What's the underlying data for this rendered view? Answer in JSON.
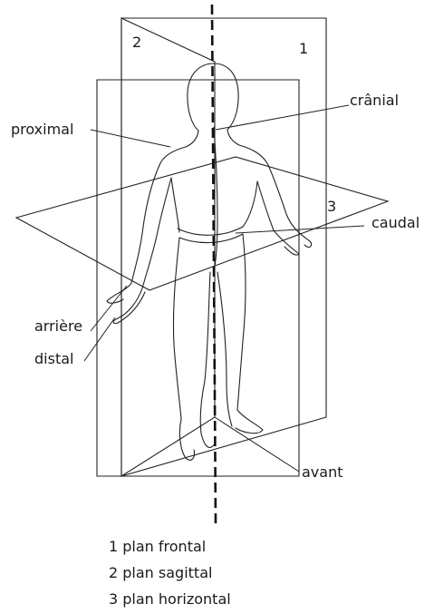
{
  "labels": {
    "proximal": "proximal",
    "cranial": "crânial",
    "caudal": "caudal",
    "arriere": "arrière",
    "distal": "distal",
    "avant": "avant"
  },
  "plane_numbers": {
    "frontal": "1",
    "sagittal": "2",
    "horizontal": "3"
  },
  "legend": [
    "1 plan frontal",
    "2 plan sagittal",
    "3 plan horizontal"
  ]
}
